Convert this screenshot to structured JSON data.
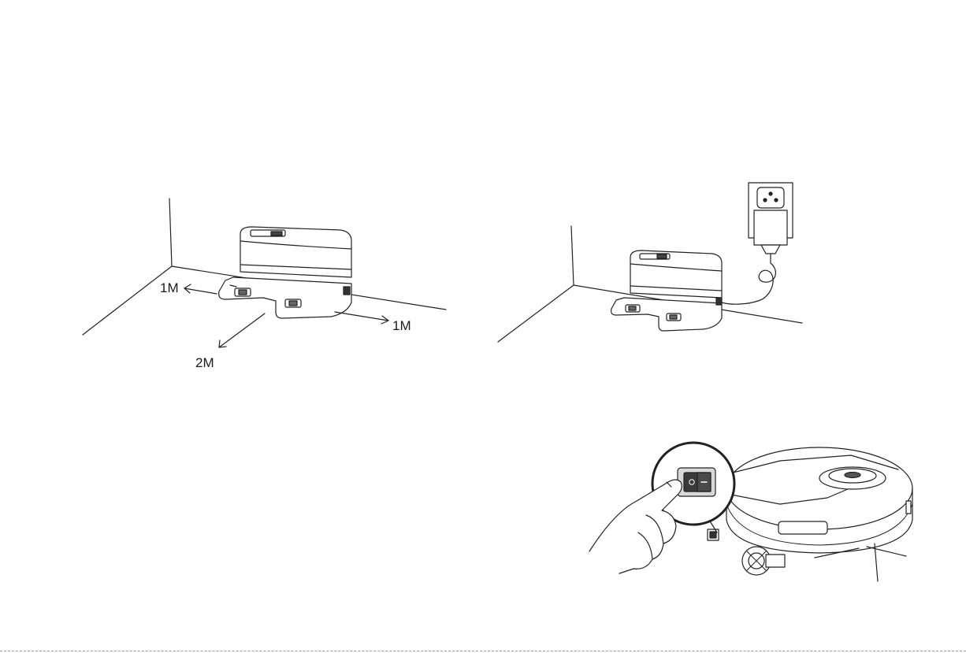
{
  "figure1": {
    "labels": {
      "left_clearance": "1M",
      "right_clearance": "1M",
      "front_clearance": "2M"
    }
  },
  "figure2": {},
  "figure3": {
    "switch_symbol_on": "I",
    "switch_symbol_off": "O"
  }
}
